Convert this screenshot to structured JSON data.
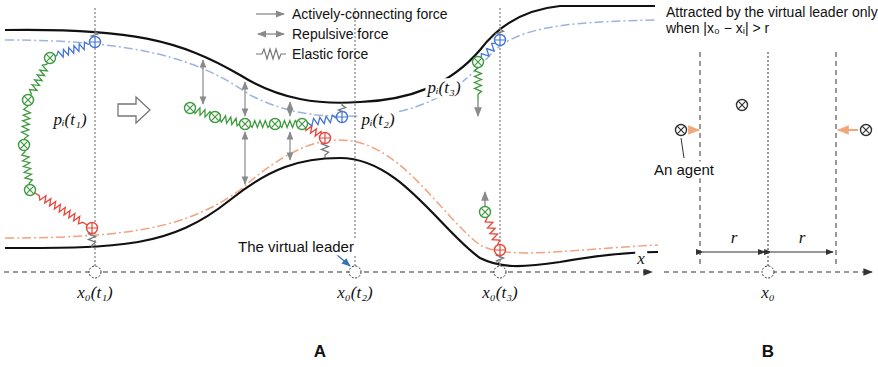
{
  "diagram": {
    "labels": [
      "pᵢ(t₁)",
      "pᵢ(t₂)",
      "pᵢ(t₃)",
      "The virtual leader",
      "x",
      "x₀(t₁)",
      "x₀(t₂)",
      "x₀(t₃)",
      "A",
      "Attracted by the virtual leader only when |x₀ − xᵢ| > r",
      "An agent",
      "r",
      "r",
      "x₀",
      "B"
    ],
    "legend": [
      {
        "text": "Actively-connecting force"
      },
      {
        "text": "Repulsive force"
      },
      {
        "text": "Elastic force"
      }
    ]
  }
}
